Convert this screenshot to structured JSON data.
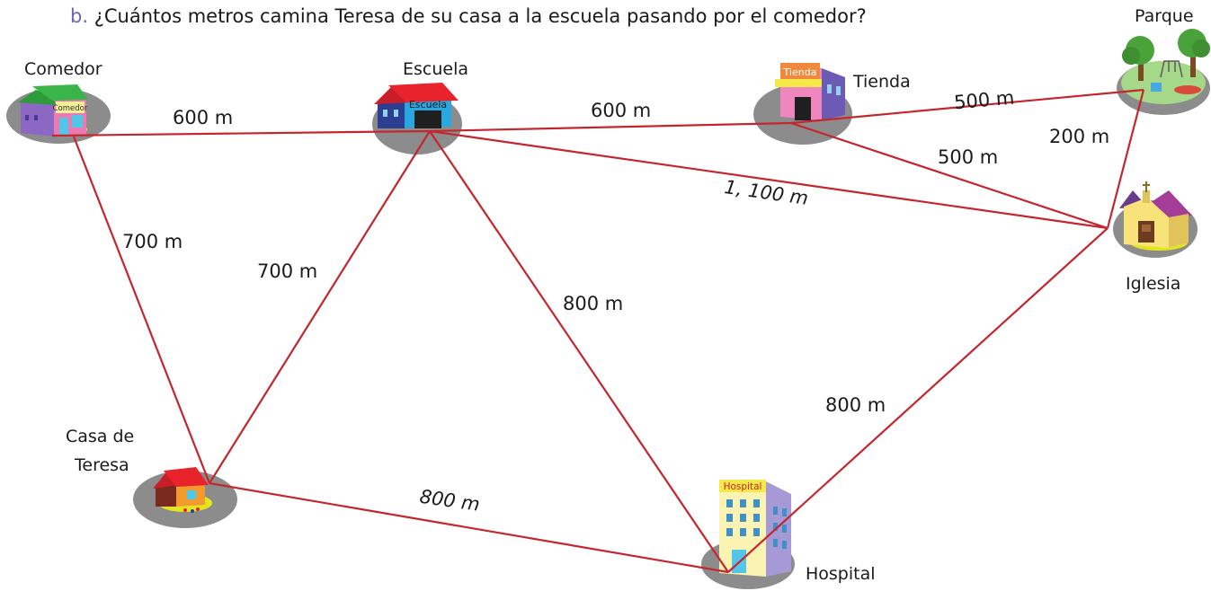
{
  "question": {
    "letter": "b.",
    "text": "¿Cuántos metros camina Teresa de su casa a la escuela pasando por el comedor?"
  },
  "places": {
    "comedor": {
      "label": "Comedor",
      "sign": "Comedor"
    },
    "escuela": {
      "label": "Escuela",
      "sign": "Escuela"
    },
    "tienda": {
      "label": "Tienda",
      "sign": "Tienda"
    },
    "parque": {
      "label": "Parque"
    },
    "iglesia": {
      "label": "Iglesia"
    },
    "casa": {
      "label_line1": "Casa de",
      "label_line2": "Teresa"
    },
    "hospital": {
      "label": "Hospital",
      "sign": "Hospital"
    }
  },
  "routes": [
    {
      "from": "Comedor",
      "to": "Escuela",
      "distance": "600 m"
    },
    {
      "from": "Escuela",
      "to": "Tienda",
      "distance": "600 m"
    },
    {
      "from": "Tienda",
      "to": "Parque",
      "distance": "500 m"
    },
    {
      "from": "Parque",
      "to": "Iglesia",
      "distance": "200 m"
    },
    {
      "from": "Tienda",
      "to": "Iglesia",
      "distance": "500 m"
    },
    {
      "from": "Escuela",
      "to": "Iglesia",
      "distance": "1, 100 m"
    },
    {
      "from": "Comedor",
      "to": "Casa de Teresa",
      "distance": "700 m"
    },
    {
      "from": "Casa de Teresa",
      "to": "Escuela",
      "distance": "700 m"
    },
    {
      "from": "Escuela",
      "to": "Hospital",
      "distance": "800 m"
    },
    {
      "from": "Hospital",
      "to": "Iglesia",
      "distance": "800 m"
    },
    {
      "from": "Casa de Teresa",
      "to": "Hospital",
      "distance": "800 m"
    }
  ],
  "colors": {
    "road": "#c4262e",
    "base": "#8c8c8c",
    "grass": "#e3e61e"
  }
}
